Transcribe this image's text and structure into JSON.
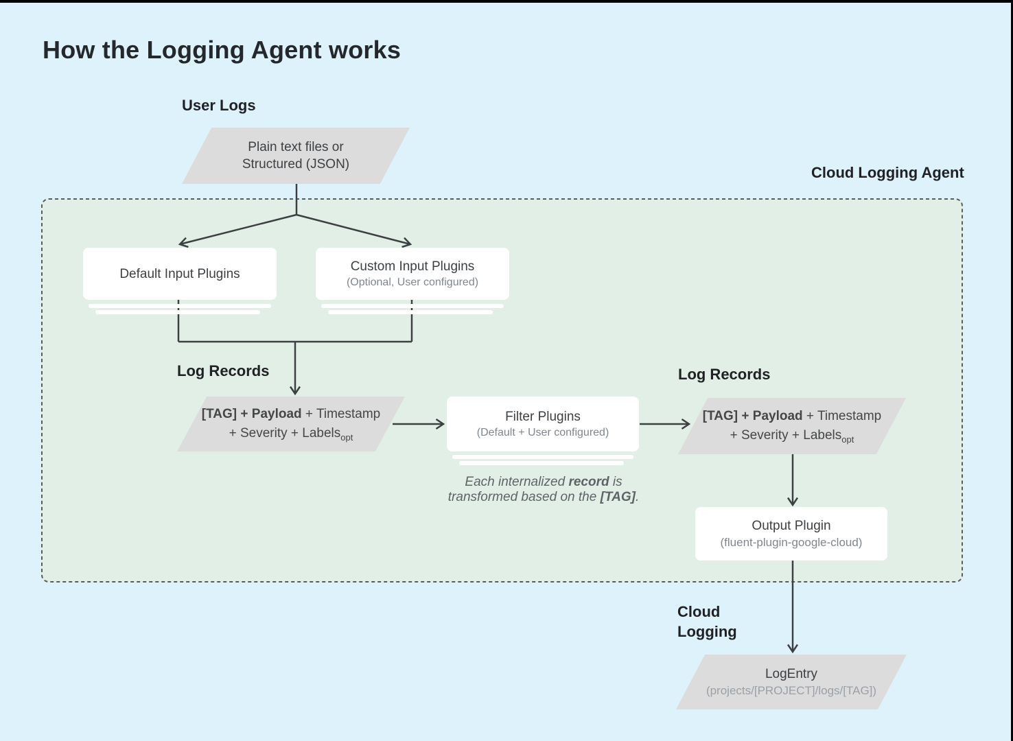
{
  "title": "How the Logging Agent works",
  "labels": {
    "user_logs": "User Logs",
    "cloud_logging_agent": "Cloud Logging Agent",
    "log_records_left": "Log Records",
    "log_records_right": "Log Records",
    "cloud_logging_line1": "Cloud",
    "cloud_logging_line2": "Logging"
  },
  "nodes": {
    "user_input": {
      "line1": "Plain text files or",
      "line2": "Structured (JSON)"
    },
    "default_input": {
      "title": "Default Input Plugins"
    },
    "custom_input": {
      "title": "Custom Input Plugins",
      "subtitle": "(Optional, User configured)"
    },
    "log_record_in": {
      "bold": "[TAG] + Payload",
      "tail1": " + Timestamp",
      "line2": "+ Severity + Labels",
      "subscript": "opt"
    },
    "filter_plugins": {
      "title": "Filter Plugins",
      "subtitle": "(Default + User configured)"
    },
    "log_record_out": {
      "bold": "[TAG] + Payload",
      "tail1": " + Timestamp",
      "line2": "+ Severity + Labels",
      "subscript": "opt"
    },
    "output_plugin": {
      "title": "Output Plugin",
      "subtitle": "(fluent-plugin-google-cloud)"
    },
    "log_entry": {
      "title": "LogEntry",
      "subtitle": "(projects/[PROJECT]/logs/[TAG])"
    }
  },
  "note": {
    "line1_pre": "Each internalized ",
    "line1_bold": "record",
    "line1_post": " is",
    "line2_pre": "transformed based on the ",
    "line2_bold": "[TAG]",
    "line2_post": "."
  },
  "colors": {
    "background": "#def2fb",
    "agent_container_fill": "#e1efe6",
    "agent_container_border": "#565b60",
    "shape_gray": "#dcdcdd",
    "shape_white": "#ffffff",
    "connector_line": "#3c4043",
    "text_primary": "#202124",
    "text_secondary": "#3c4043",
    "text_muted": "#80868b",
    "text_faint": "#9aa0a6"
  }
}
